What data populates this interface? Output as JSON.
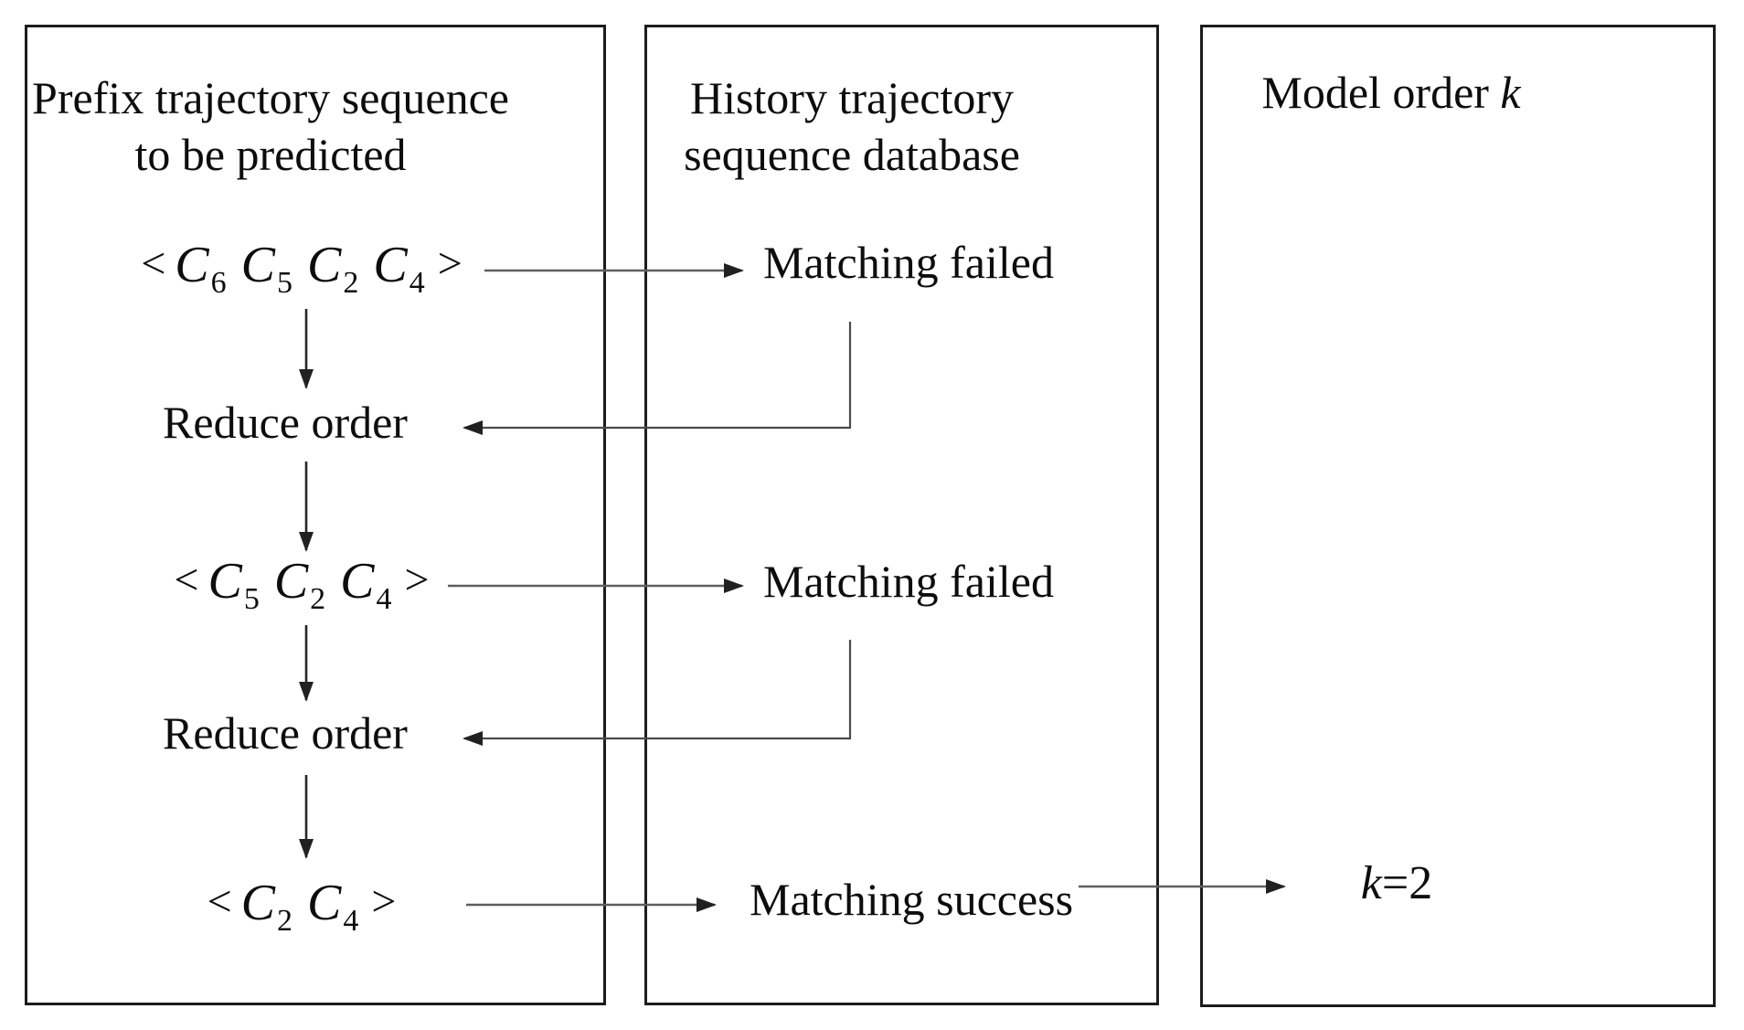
{
  "notation": {
    "bracket_open": "<",
    "bracket_close": ">",
    "symbol": "C"
  },
  "sequences": [
    {
      "subscripts": [
        "6",
        "5",
        "2",
        "4"
      ]
    },
    {
      "subscripts": [
        "5",
        "2",
        "4"
      ]
    },
    {
      "subscripts": [
        "2",
        "4"
      ]
    }
  ],
  "left_panel": {
    "title_line1": "Prefix trajectory sequence",
    "title_line2": "to be predicted",
    "reduce_label": "Reduce order"
  },
  "middle_panel": {
    "title_line1": "History trajectory",
    "title_line2": "sequence database",
    "failed_label": "Matching failed",
    "success_label": "Matching success"
  },
  "right_panel": {
    "title_text": "Model order ",
    "title_var": "k",
    "result_var": "k",
    "result_rest": "=2"
  }
}
